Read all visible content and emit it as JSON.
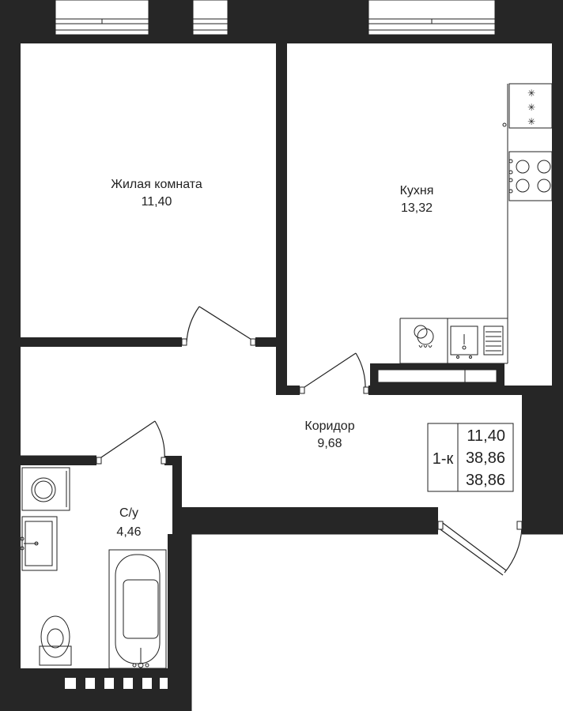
{
  "rooms": {
    "living": {
      "name": "Жилая комната",
      "area": "11,40"
    },
    "kitchen": {
      "name": "Кухня",
      "area": "13,32"
    },
    "corridor": {
      "name": "Коридор",
      "area": "9,68"
    },
    "bathroom": {
      "name": "С/у",
      "area": "4,46"
    }
  },
  "summary": {
    "type": "1-к",
    "values": [
      "11,40",
      "38,86",
      "38,86"
    ]
  },
  "colors": {
    "wall": "#262626",
    "line": "#222222",
    "background": "#ffffff"
  },
  "icons": [
    "stove-burners-icon",
    "cooktop-icon",
    "kitchen-sink-icon",
    "dishwasher-icon",
    "washing-machine-icon",
    "washbasin-icon",
    "toilet-icon",
    "bathtub-icon",
    "window-icon",
    "door-swing-icon"
  ]
}
